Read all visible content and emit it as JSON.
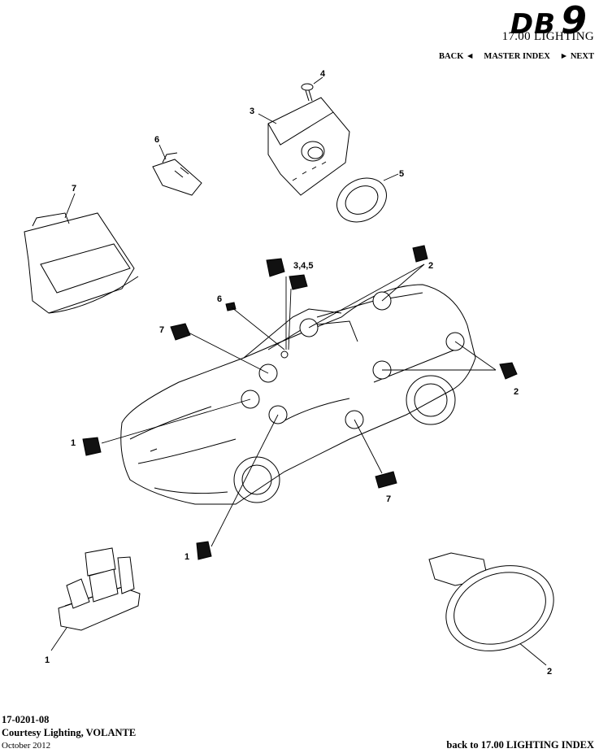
{
  "header": {
    "brand": "DB",
    "brand_numeral": "9",
    "section": "17.00 LIGHTING",
    "nav": {
      "back": "BACK ◄",
      "master_index": "MASTER INDEX",
      "next": "► NEXT"
    }
  },
  "callouts": {
    "c1_left": "1",
    "c1_mid": "1",
    "c1_bottom": "1",
    "c2_top": "2",
    "c2_right": "2",
    "c2_bottom": "2",
    "c3": "3",
    "c4": "4",
    "c5": "5",
    "c345": "3,4,5",
    "c6_top": "6",
    "c6_car": "6",
    "c7_top": "7",
    "c7_car": "7",
    "c7_bottom": "7"
  },
  "footer": {
    "code": "17-0201-08",
    "title": "Courtesy Lighting, VOLANTE",
    "date": "October 2012",
    "back_link": "back to 17.00 LIGHTING INDEX"
  }
}
